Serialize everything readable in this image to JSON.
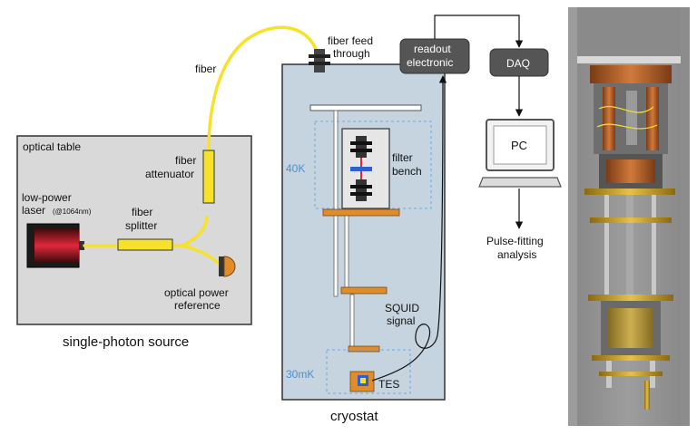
{
  "labels": {
    "optical_table": "optical table",
    "low_power_laser": "low-power",
    "laser_word": "laser",
    "laser_wavelength": "(@1064nm)",
    "fiber_splitter_1": "fiber",
    "fiber_splitter_2": "splitter",
    "fiber_attenuator_1": "fiber",
    "fiber_attenuator_2": "attenuator",
    "optical_power_1": "optical power",
    "optical_power_2": "reference",
    "single_photon_source": "single-photon source",
    "fiber": "fiber",
    "fiber_feed_1": "fiber feed",
    "fiber_feed_2": "through",
    "filter_bench_1": "filter",
    "filter_bench_2": "bench",
    "stage_40k": "40K",
    "stage_30mk": "30mK",
    "tes": "TES",
    "squid_1": "SQUID",
    "squid_2": "signal",
    "cryostat": "cryostat",
    "readout_1": "readout",
    "readout_2": "electronic",
    "daq": "DAQ",
    "pc": "PC",
    "pulse_fitting_1": "Pulse-fitting",
    "pulse_fitting_2": "analysis"
  },
  "colors": {
    "fiber": "#f7e22b",
    "panel": "#d9d9d9",
    "cryostat": "#c5d4df",
    "plate": "#e08c2a",
    "box_dark": "#555555",
    "stage_dash": "#6aa9e8",
    "laser_red": "#e0283b",
    "blue_filter": "#2f5fd0"
  },
  "photo": {
    "icon": "cryostat-photo"
  }
}
